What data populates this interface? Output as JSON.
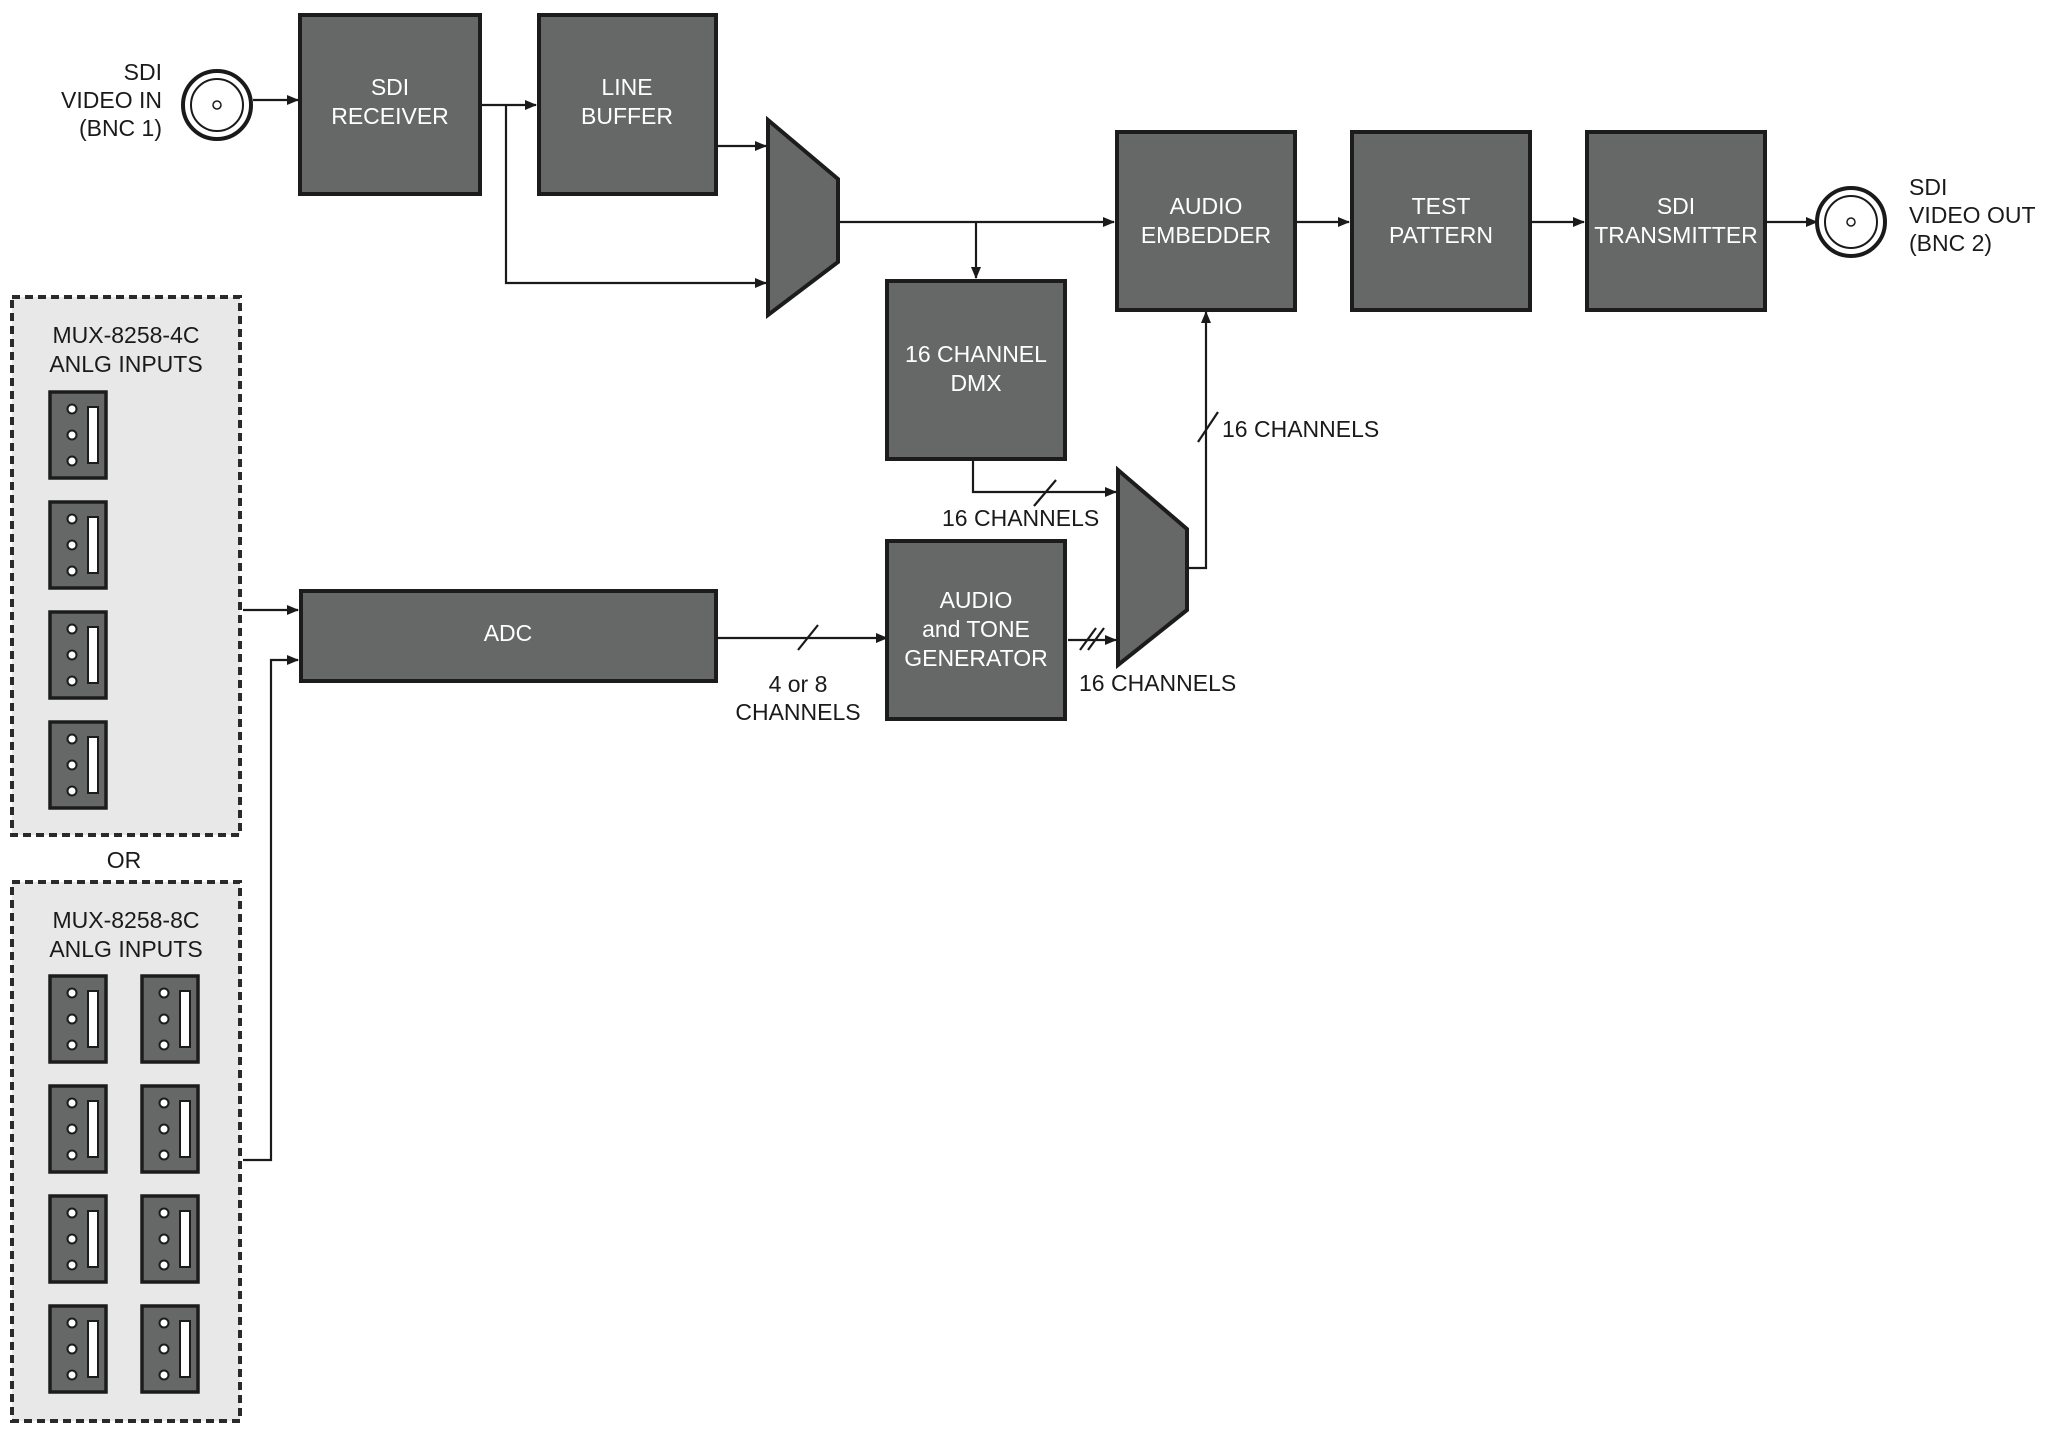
{
  "blocks": {
    "sdi_receiver": [
      "SDI",
      "RECEIVER"
    ],
    "line_buffer": [
      "LINE",
      "BUFFER"
    ],
    "audio_embedder": [
      "AUDIO",
      "EMBEDDER"
    ],
    "test_pattern": [
      "TEST",
      "PATTERN"
    ],
    "sdi_transmitter": [
      "SDI",
      "TRANSMITTER"
    ],
    "dmx": [
      "16 CHANNEL",
      "DMX"
    ],
    "adc": [
      "ADC"
    ],
    "audio_tone_gen": [
      "AUDIO",
      "and TONE",
      "GENERATOR"
    ]
  },
  "labels": {
    "video_in": [
      "SDI",
      "VIDEO IN",
      "(BNC 1)"
    ],
    "video_out": [
      "SDI",
      "VIDEO OUT",
      "(BNC 2)"
    ],
    "ch16_top": "16 CHANNELS",
    "ch16_mid": "16 CHANNELS",
    "ch16_bottom": "16 CHANNELS",
    "ch4or8": [
      "4 or 8",
      "CHANNELS"
    ],
    "or": "OR"
  },
  "panels": {
    "mux_4c": [
      "MUX-8258-4C",
      "ANLG INPUTS"
    ],
    "mux_8c": [
      "MUX-8258-8C",
      "ANLG INPUTS"
    ]
  },
  "colors": {
    "block_fill": "#666867",
    "panel_fill": "#e8e8e9",
    "line": "#1a1a1a"
  }
}
